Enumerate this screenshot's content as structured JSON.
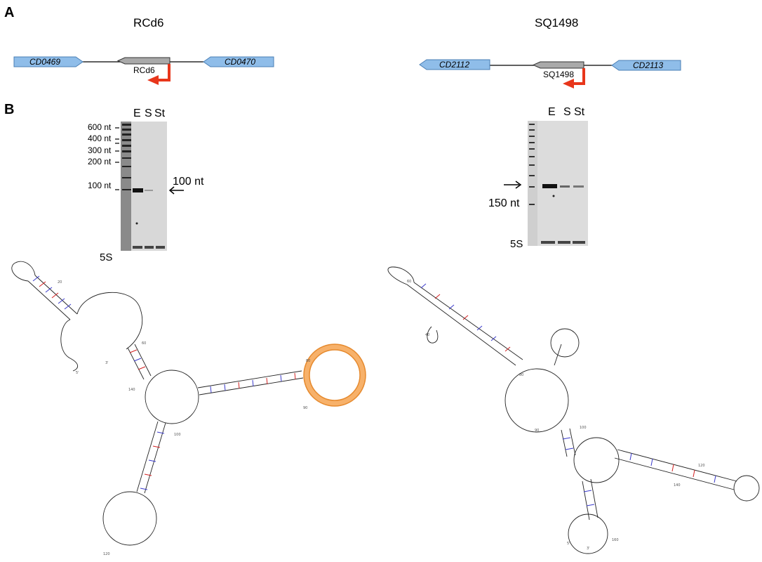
{
  "panels": {
    "a": {
      "letter": "A",
      "left": {
        "title": "RCd6",
        "gene_left": "CD0469",
        "gene_right": "CD0470",
        "srna": "RCd6"
      },
      "right": {
        "title": "SQ1498",
        "gene_left": "CD2112",
        "gene_right": "CD2113",
        "srna": "SQ1498"
      }
    },
    "b": {
      "letter": "B",
      "left_blot": {
        "lanes": [
          "E",
          "S",
          "St"
        ],
        "ladder": [
          "600 nt",
          "400 nt",
          "300 nt",
          "200 nt",
          "100 nt"
        ],
        "size_marker": "100 nt",
        "loading": "5S"
      },
      "right_blot": {
        "lanes": [
          "E",
          "S",
          "St"
        ],
        "size_marker": "150 nt",
        "loading": "5S"
      },
      "left_structure": {
        "numbers": [
          "20",
          "60",
          "80",
          "90",
          "100",
          "120",
          "140"
        ],
        "end5": "5'",
        "end3": "3'"
      },
      "right_structure": {
        "numbers": [
          "40",
          "60",
          "80",
          "90",
          "100",
          "120",
          "140",
          "160"
        ],
        "end5": "5'",
        "end3": "3'"
      }
    }
  },
  "colors": {
    "gene_fill": "#8fbde9",
    "gene_stroke": "#4a7fb5",
    "srna_fill": "#a9a9a9",
    "promoter_arrow": "#e8361b",
    "highlight_ring": "#f7b16a",
    "highlight_stroke": "#e68a2e",
    "gc_pair": "#d32020",
    "au_pair": "#3a3acb"
  }
}
